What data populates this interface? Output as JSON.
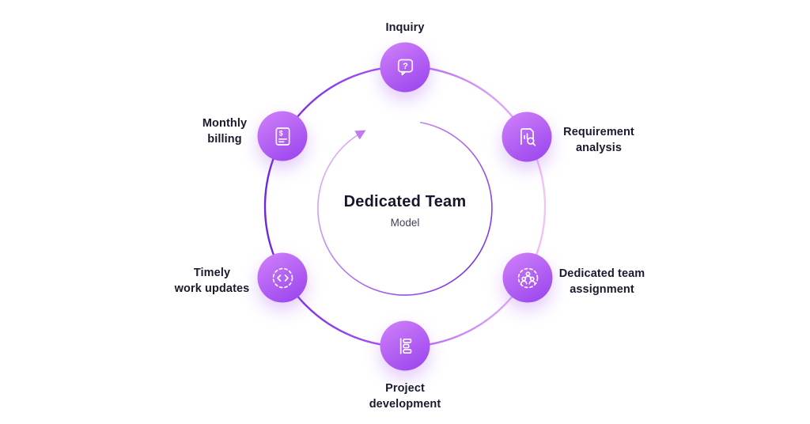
{
  "center": {
    "title": "Dedicated Team",
    "subtitle": "Model"
  },
  "nodes": [
    {
      "id": "inquiry",
      "label": "Inquiry",
      "icon": "question-chat-icon"
    },
    {
      "id": "requirement-analysis",
      "label": "Requirement\nanalysis",
      "icon": "document-search-icon"
    },
    {
      "id": "dedicated-team-assignment",
      "label": "Dedicated team\nassignment",
      "icon": "team-group-icon"
    },
    {
      "id": "project-development",
      "label": "Project\ndevelopment",
      "icon": "task-board-icon"
    },
    {
      "id": "timely-work-updates",
      "label": "Timely\nwork updates",
      "icon": "code-circle-icon"
    },
    {
      "id": "monthly-billing",
      "label": "Monthly\nbilling",
      "icon": "billing-invoice-icon"
    }
  ],
  "theme": {
    "node-gradient-start": "#cb7bf8",
    "node-gradient-end": "#9a45ee",
    "ring-purple": "#6d28d9",
    "ring-mid": "#a855f7",
    "ring-pink": "#f2c4f4",
    "arrow-color": "#c07af3",
    "text-dark": "#1a1a2e",
    "background": "#ffffff"
  }
}
